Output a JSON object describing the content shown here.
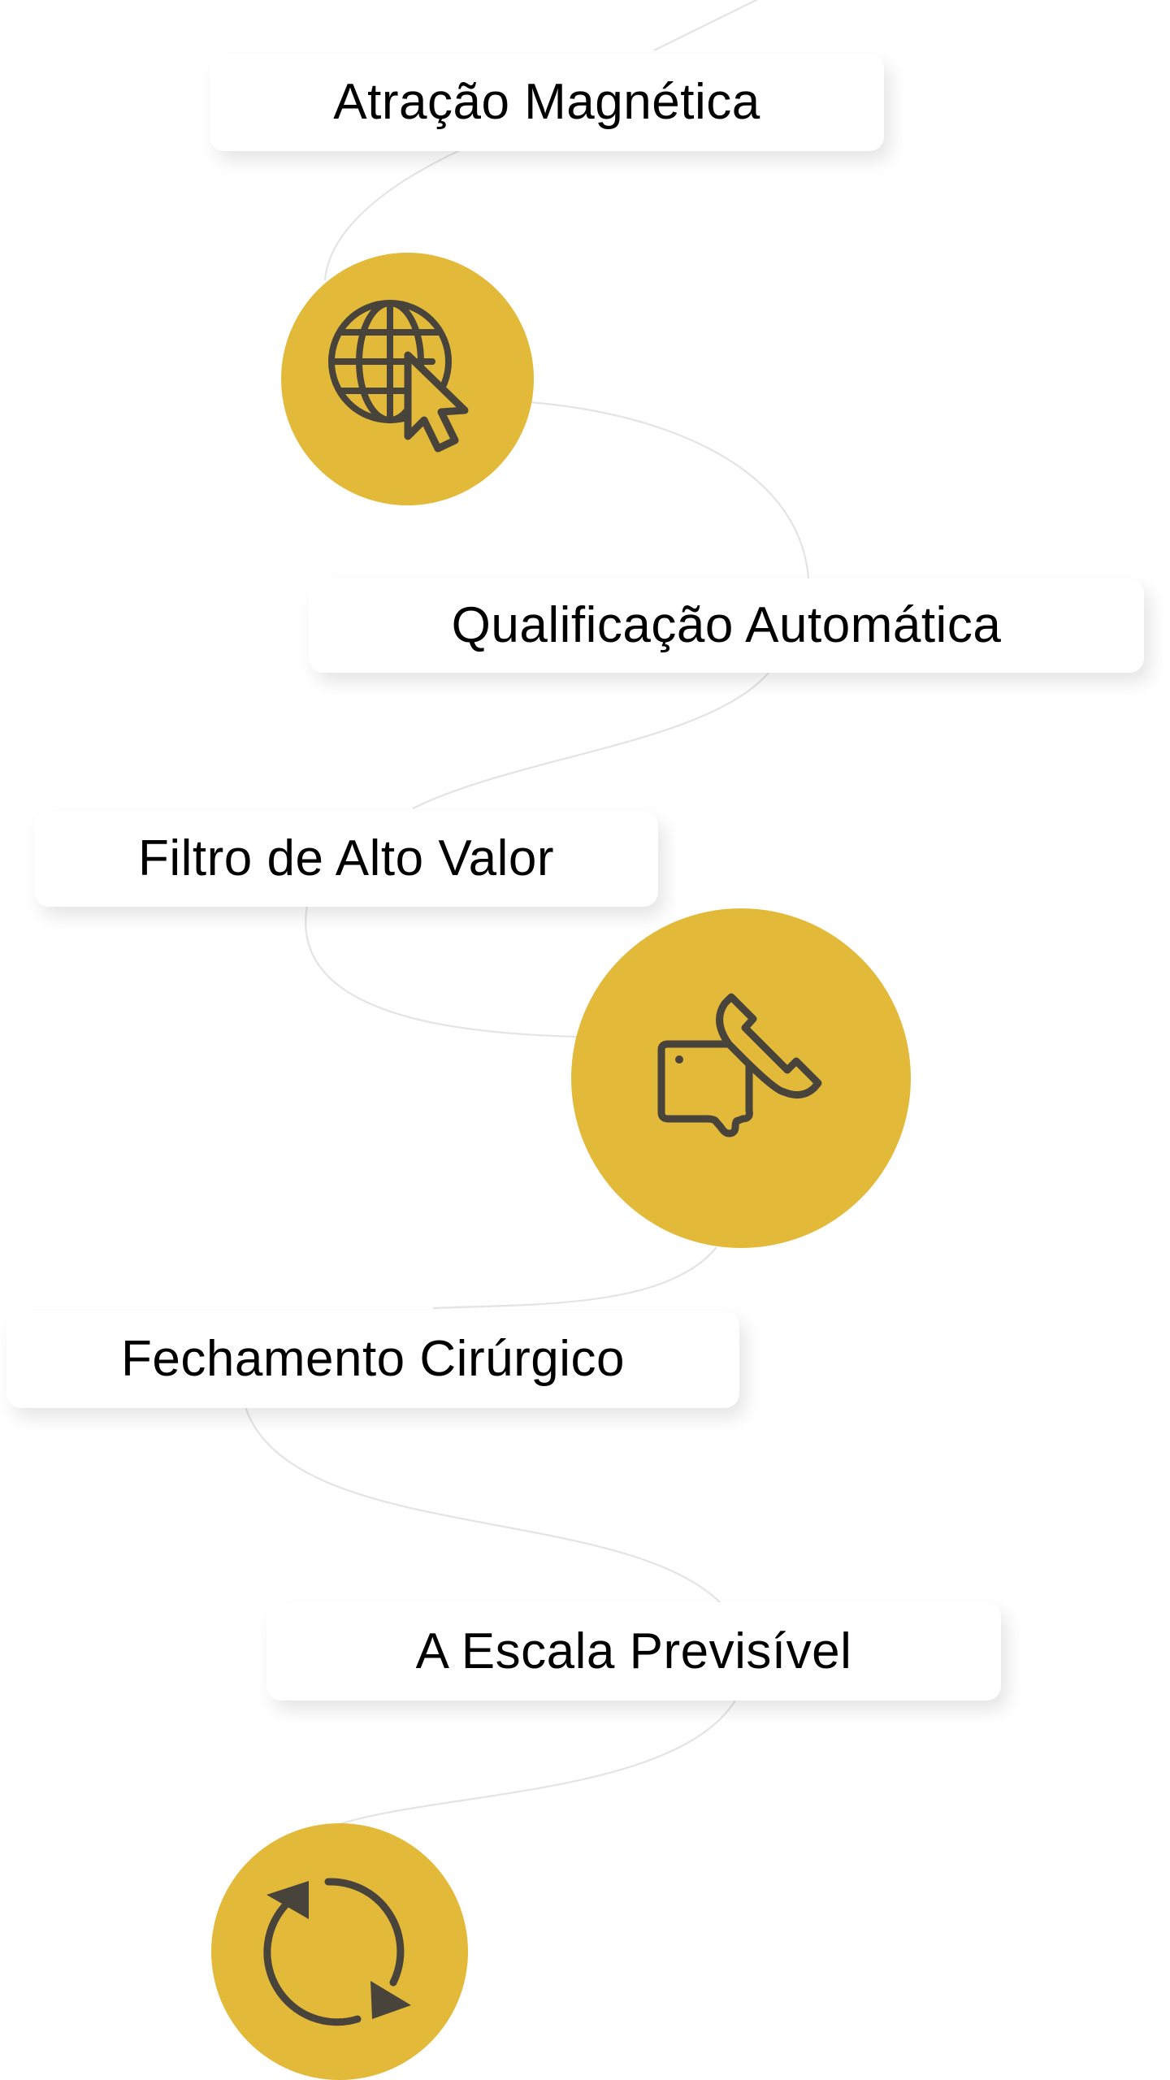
{
  "colors": {
    "accent": "#E3B93A",
    "icon": "#48443B",
    "connector": "#E4E4E4",
    "card_background": "#FFFFFF",
    "text": "#000000"
  },
  "steps": [
    {
      "label": "Atração Magnética"
    },
    {
      "label": "Qualificação Automática"
    },
    {
      "label": "Filtro de Alto Valor"
    },
    {
      "label": "Fechamento Cirúrgico"
    },
    {
      "label": "A Escala Previsível"
    }
  ],
  "icons": [
    {
      "name": "globe-cursor-icon"
    },
    {
      "name": "phone-chat-icon"
    },
    {
      "name": "refresh-cycle-icon"
    }
  ]
}
